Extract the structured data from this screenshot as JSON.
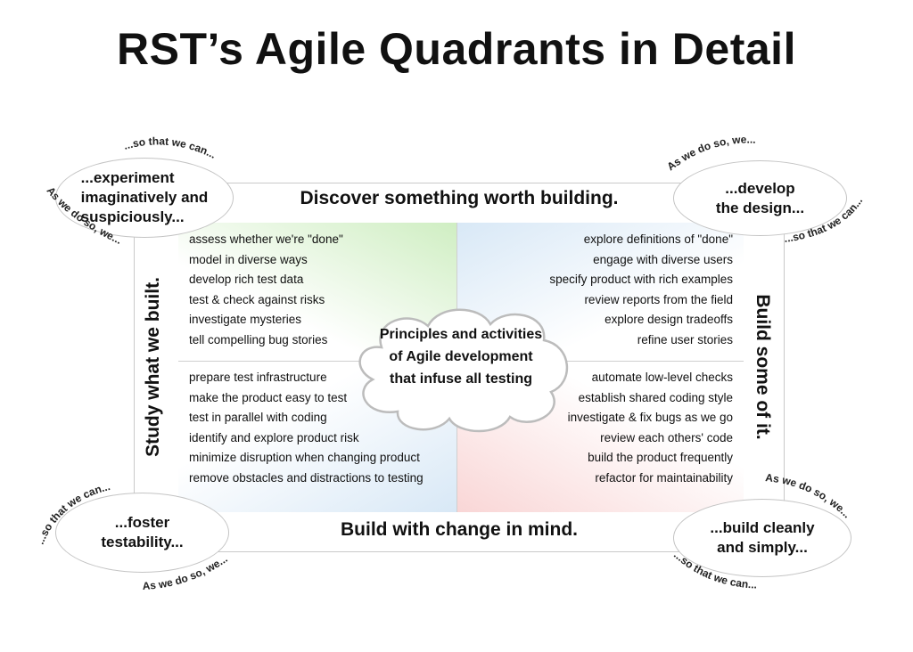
{
  "title": "RST’s Agile Quadrants in Detail",
  "edges": {
    "top": "Discover something worth building.",
    "bottom": "Build with change in mind.",
    "left": "Study what we built.",
    "right": "Build some of it."
  },
  "center": {
    "line1": "Principles and activities",
    "line2": "of Agile development",
    "line3": "that infuse all testing"
  },
  "quadrants": {
    "top_left": [
      "assess whether we're \"done\"",
      "model in diverse ways",
      "develop rich test data",
      "test & check against risks",
      "investigate mysteries",
      "tell compelling bug stories"
    ],
    "top_right": [
      "explore definitions of \"done\"",
      "engage with diverse users",
      "specify product with rich examples",
      "review reports from the field",
      "explore design tradeoffs",
      "refine user stories"
    ],
    "bottom_left": [
      "prepare test infrastructure",
      "make the product easy to test",
      "test in parallel with coding",
      "identify and explore product risk",
      "minimize disruption when changing product",
      "remove obstacles and distractions to testing"
    ],
    "bottom_right": [
      "automate low-level checks",
      "establish shared coding style",
      "investigate & fix bugs as we go",
      "review each others' code",
      "build the product frequently",
      "refactor for maintainability"
    ]
  },
  "corners": {
    "top_left": {
      "line1": "...experiment",
      "line2": "imaginatively and",
      "line3": "suspiciously...",
      "so_that": "...so that we can...",
      "as_we": "As we do so, we..."
    },
    "top_right": {
      "line1": "...develop",
      "line2": "the design...",
      "so_that": "...so that we can...",
      "as_we": "As we do so, we..."
    },
    "bottom_left": {
      "line1": "...foster",
      "line2": "testability...",
      "so_that": "...so that we can...",
      "as_we": "As we do so, we..."
    },
    "bottom_right": {
      "line1": "...build cleanly",
      "line2": "and simply...",
      "so_that": "...so that we can...",
      "as_we": "As we do so, we..."
    }
  }
}
